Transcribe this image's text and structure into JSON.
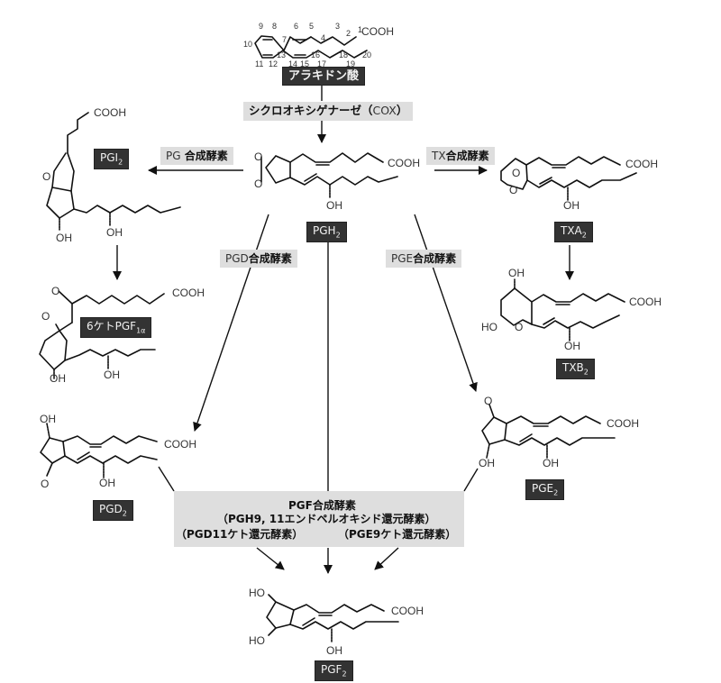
{
  "title": "アラキドン酸代謝経路",
  "compounds": {
    "arachidonic_acid": {
      "label": "アラキドン酸",
      "carbon_numbers": [
        "1",
        "2",
        "3",
        "4",
        "5",
        "6",
        "7",
        "8",
        "9",
        "10",
        "11",
        "12",
        "13",
        "14",
        "15",
        "16",
        "17",
        "18",
        "19",
        "20"
      ],
      "group": "COOH"
    },
    "pgh2": {
      "label_main": "PGH",
      "label_sub": "2"
    },
    "pgi2": {
      "label_main": "PGI",
      "label_sub": "2"
    },
    "keto_pgf1a": {
      "label_main": "6ケトPGF",
      "label_sub": "1α"
    },
    "txa2": {
      "label_main": "TXA",
      "label_sub": "2"
    },
    "txb2": {
      "label_main": "TXB",
      "label_sub": "2"
    },
    "pgd2": {
      "label_main": "PGD",
      "label_sub": "2"
    },
    "pge2": {
      "label_main": "PGE",
      "label_sub": "2"
    },
    "pgf2": {
      "label_main": "PGF",
      "label_sub": "2"
    }
  },
  "enzymes": {
    "cox": {
      "prefix": "シクロオキシゲナーゼ（",
      "latin": "COX",
      "suffix": "）"
    },
    "pgi_synthase": {
      "latin": "PG",
      "jp": "合成酵素"
    },
    "tx_synthase": {
      "latin": "TX",
      "jp": "合成酵素"
    },
    "pgd_synthase": {
      "latin": "PGD",
      "jp": "合成酵素"
    },
    "pge_synthase": {
      "latin": "PGE",
      "jp": "合成酵素"
    },
    "pgf_synthase": {
      "line1": "PGF合成酵素",
      "line2": "（PGH9, 11エンドペルオキシド還元酵素）",
      "line3_left": "（PGD11ケト還元酵素）",
      "line3_right": "（PGE9ケト還元酵素）"
    }
  },
  "atoms": {
    "cooh": "COOH",
    "oh": "OH",
    "ho": "HO",
    "o": "O"
  }
}
